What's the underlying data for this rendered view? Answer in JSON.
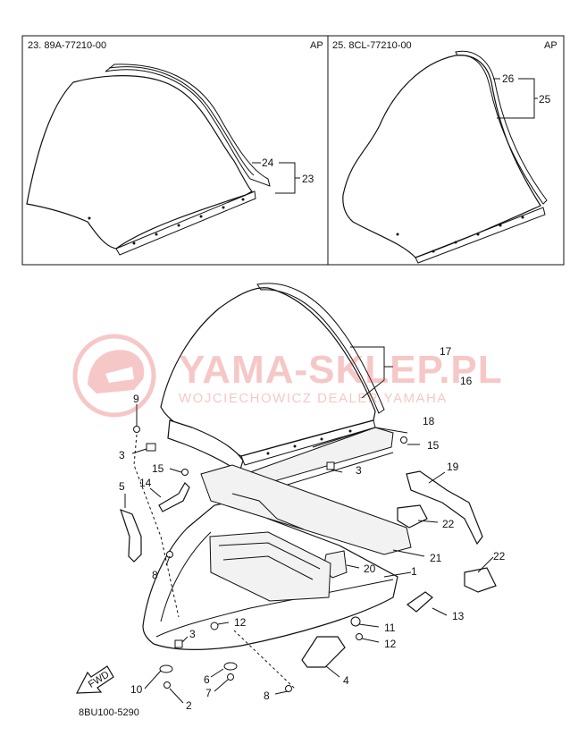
{
  "colors": {
    "line": "#111111",
    "watermark": "#e23b3b",
    "background": "#ffffff"
  },
  "inset_left": {
    "part_number": "23. 89A-77210-00",
    "tag": "AP",
    "callouts": [
      "24",
      "23"
    ]
  },
  "inset_right": {
    "part_number": "25. 8CL-77210-00",
    "tag": "AP",
    "callouts": [
      "26",
      "25"
    ]
  },
  "watermark": {
    "title": "YAMA-SKLEP.PL",
    "subtitle": "WOJCIECHOWICZ DEALER YAMAHA",
    "icon": "helmet-logo-icon"
  },
  "fwd_badge": "FWD",
  "diagram_code": "8BU100-5290",
  "callouts": [
    {
      "id": "c17",
      "text": "17"
    },
    {
      "id": "c16",
      "text": "16"
    },
    {
      "id": "c18",
      "text": "18"
    },
    {
      "id": "c9",
      "text": "9"
    },
    {
      "id": "c3a",
      "text": "3"
    },
    {
      "id": "c15a",
      "text": "15"
    },
    {
      "id": "c15b",
      "text": "15"
    },
    {
      "id": "c3b",
      "text": "3"
    },
    {
      "id": "c19",
      "text": "19"
    },
    {
      "id": "c14",
      "text": "14"
    },
    {
      "id": "c5",
      "text": "5"
    },
    {
      "id": "c22a",
      "text": "22"
    },
    {
      "id": "c22b",
      "text": "22"
    },
    {
      "id": "c8a",
      "text": "8"
    },
    {
      "id": "c20",
      "text": "20"
    },
    {
      "id": "c21",
      "text": "21"
    },
    {
      "id": "c1",
      "text": "1"
    },
    {
      "id": "c13",
      "text": "13"
    },
    {
      "id": "c12a",
      "text": "12"
    },
    {
      "id": "c11",
      "text": "11"
    },
    {
      "id": "c12b",
      "text": "12"
    },
    {
      "id": "c3c",
      "text": "3"
    },
    {
      "id": "c4",
      "text": "4"
    },
    {
      "id": "c10",
      "text": "10"
    },
    {
      "id": "c6",
      "text": "6"
    },
    {
      "id": "c7",
      "text": "7"
    },
    {
      "id": "c2",
      "text": "2"
    },
    {
      "id": "c8b",
      "text": "8"
    }
  ]
}
